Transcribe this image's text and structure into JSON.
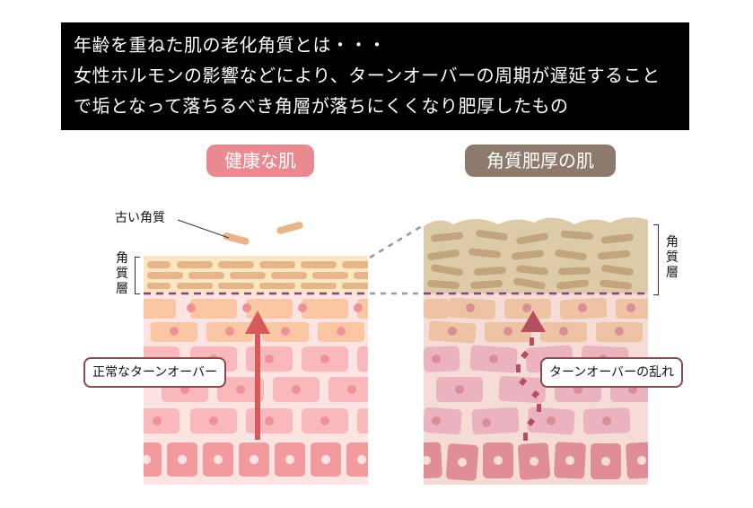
{
  "header": {
    "lines": [
      "年齢を重ねた肌の老化角質とは・・・",
      "女性ホルモンの影響などにより、ターンオーバーの周期が遅延すること",
      "で垢となって落ちるべき角層が落ちにくくなり肥厚したもの"
    ]
  },
  "left_panel": {
    "title": "健康な肌",
    "title_color": "#e98a90",
    "old_keratin_label": "古い角質",
    "stratum_corneum_label": [
      "角",
      "質",
      "層"
    ],
    "callout": "正常なターンオーバー"
  },
  "right_panel": {
    "title": "角質肥厚の肌",
    "title_color": "#8e7a6c",
    "stratum_corneum_label": [
      "角",
      "質",
      "層"
    ],
    "callout": "ターンオーバーの乱れ"
  },
  "colors": {
    "healthy_keratin_bg": "#fbe6c2",
    "healthy_keratin_cell": "#e8b48a",
    "thick_keratin_bg": "#ddcba8",
    "thick_keratin_cell": "#c2a57c",
    "boundary_dash": "#8a3f86",
    "normal_arrow": "#d9585a",
    "disrupted_arrow": "#b4505e"
  }
}
